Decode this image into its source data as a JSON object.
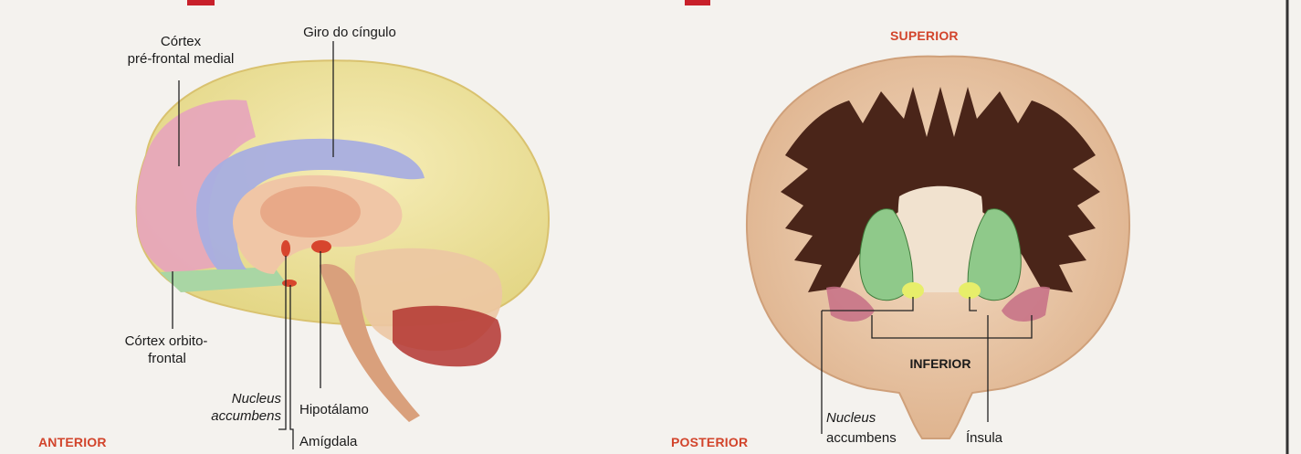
{
  "labels": {
    "cortex_pf_1": "Córtex",
    "cortex_pf_2": "pré-frontal medial",
    "giro": "Giro do cíngulo",
    "orbito_1": "Córtex orbito-",
    "orbito_2": "frontal",
    "nucleus_left_1": "Nucleus",
    "nucleus_left_2": "accumbens",
    "hipotalamo": "Hipotálamo",
    "amigdala": "Amígdala",
    "anterior": "ANTERIOR",
    "posterior": "POSTERIOR",
    "superior": "SUPERIOR",
    "inferior": "INFERIOR",
    "nucleus_right_1": "Nucleus",
    "nucleus_right_2": "accumbens",
    "insula": "Ínsula"
  },
  "colors": {
    "orientation_labels": "#d2442b",
    "prefrontal": "#e7a4bd",
    "cingulate": "#a8aee0",
    "cortex": "#efe5a0",
    "orbitofrontal": "#a9d6a4",
    "basal_ganglia": "#8fc98a",
    "nucleus_accumbens": "#e7ee6a",
    "insula": "#c56f86"
  }
}
